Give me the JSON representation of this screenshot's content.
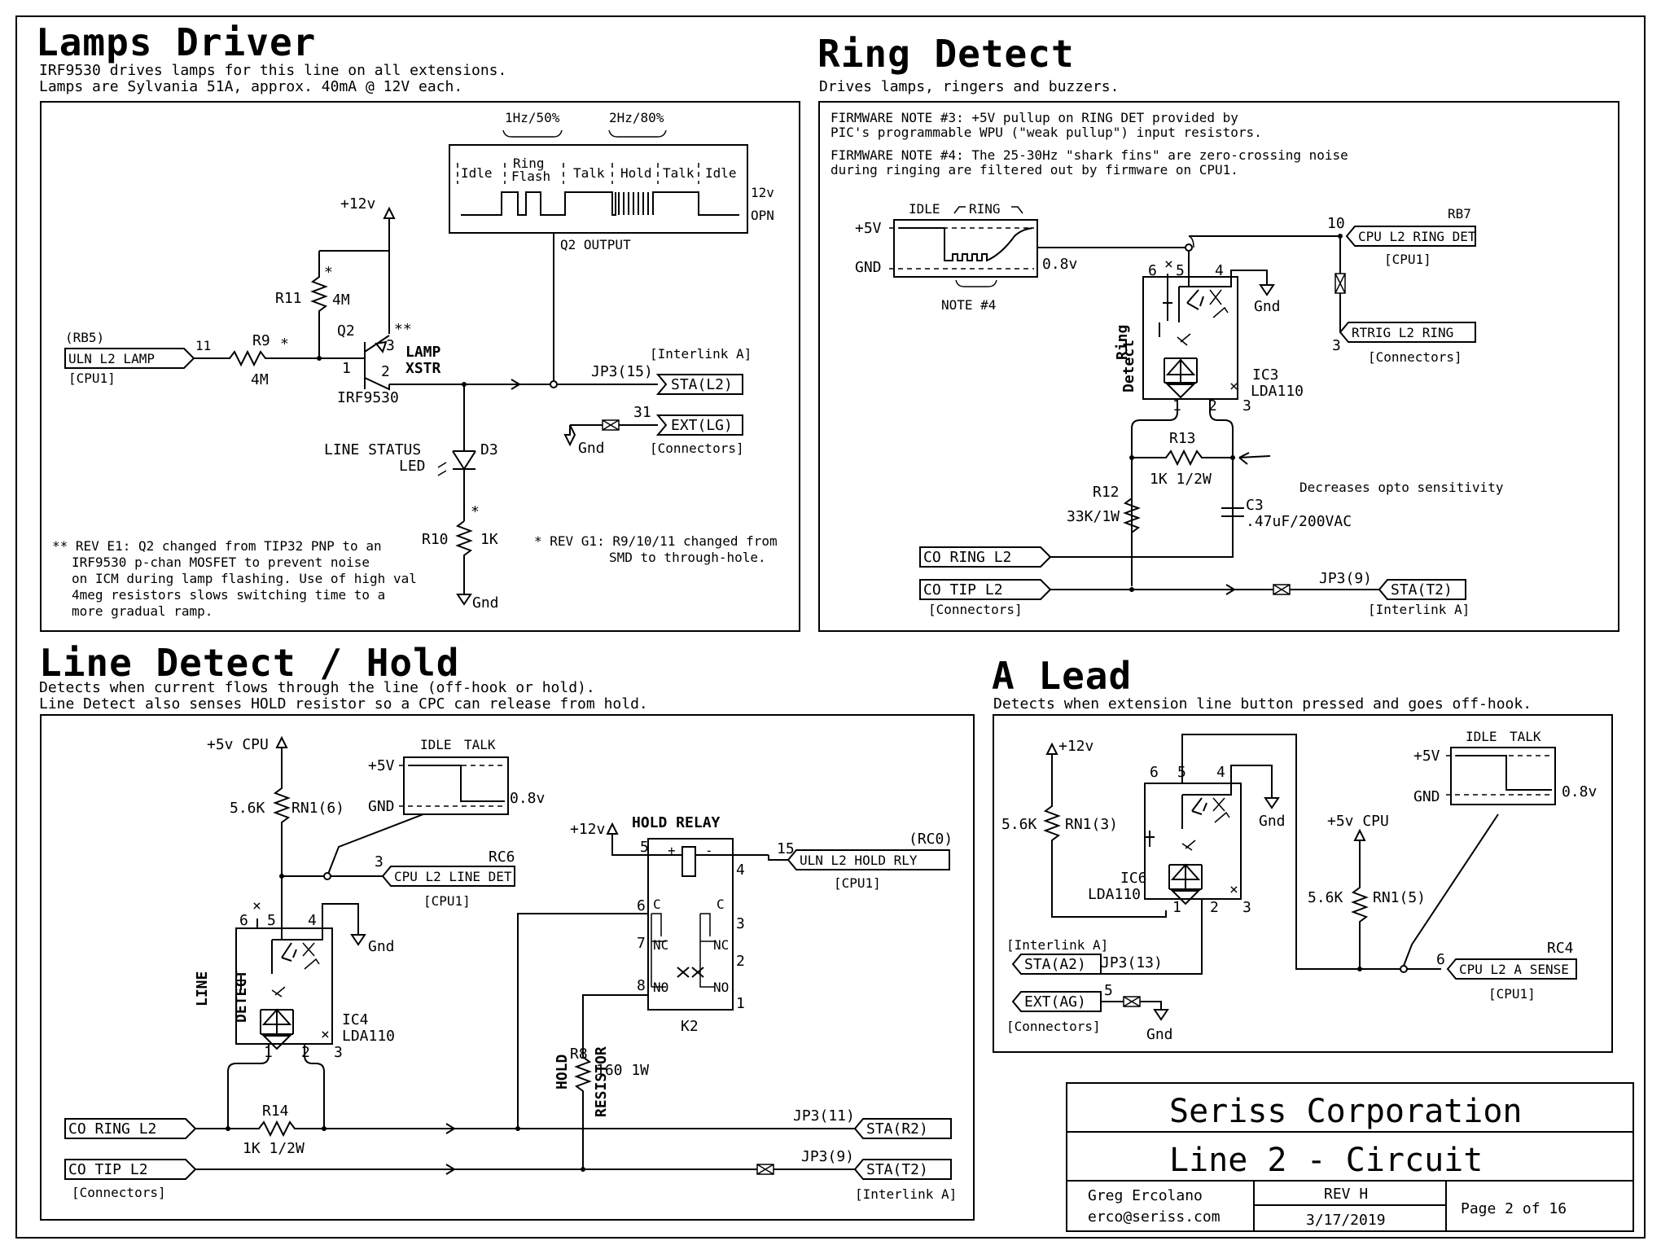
{
  "sections": {
    "lamps": {
      "title": "Lamps Driver",
      "desc1": "IRF9530 drives lamps for this line on all extensions.",
      "desc2": "Lamps are Sylvania 51A, approx. 40mA @ 12V each.",
      "timing_1hz": "1Hz/50%",
      "timing_2hz": "2Hz/80%",
      "states": [
        "Idle",
        "Ring",
        "Flash",
        "Talk",
        "Hold",
        "Talk",
        "Idle"
      ],
      "level_12v": "12v",
      "level_opn": "OPN",
      "q2_output": "Q2 OUTPUT",
      "plus12v": "+12v",
      "r11_star": "*",
      "r11": "R11",
      "r11_val": "4M",
      "q2": "Q2",
      "q2_pin3": "3",
      "q2_pin1": "1",
      "q2_pin2": "2",
      "stars2": "**",
      "lamp_xstr1": "LAMP",
      "lamp_xstr2": "XSTR",
      "irf": "IRF9530",
      "rb5": "(RB5)",
      "uln_l2_lamp": "ULN L2 LAMP",
      "cpu1": "[CPU1]",
      "pin11": "11",
      "r9": "R9",
      "r9_star": "*",
      "r9_val": "4M",
      "interlink": "[Interlink A]",
      "jp3_15": "JP3(15)",
      "sta_l2": "STA(L2)",
      "pin31": "31",
      "ext_lg": "EXT(LG)",
      "connectors": "[Connectors]",
      "gnd": "Gnd",
      "line_status": "LINE STATUS",
      "led": "LED",
      "d3": "D3",
      "r10_star": "*",
      "r10": "R10",
      "r10_val": "1K",
      "note_rev_e1_1": "** REV E1: Q2 changed from TIP32 PNP to an",
      "note_rev_e1_2": "IRF9530 p-chan MOSFET to prevent noise",
      "note_rev_e1_3": "on ICM during lamp flashing. Use of high val",
      "note_rev_e1_4": "4meg resistors slows switching time to a",
      "note_rev_e1_5": "more gradual ramp.",
      "note_rev_g1_1": "* REV G1: R9/10/11 changed from",
      "note_rev_g1_2": "SMD to through-hole."
    },
    "ring": {
      "title": "Ring Detect",
      "desc": "Drives lamps, ringers and buzzers.",
      "fw3_1": "FIRMWARE NOTE #3: +5V pullup on RING DET provided by",
      "fw3_2": "PIC's programmable WPU (\"weak pullup\") input resistors.",
      "fw4_1": "FIRMWARE NOTE #4: The 25-30Hz \"shark fins\" are zero-crossing noise",
      "fw4_2": "during ringing are filtered out by firmware on CPU1.",
      "idle": "IDLE",
      "ring": "RING",
      "plus5v": "+5V",
      "gnd_lvl": "GND",
      "v08": "0.8v",
      "note4": "NOTE #4",
      "x": "×",
      "p6": "6",
      "p5": "5",
      "p4": "4",
      "gnd": "Gnd",
      "pin10": "10",
      "rb7": "RB7",
      "cpu_l2_ring_det": "CPU L2 RING DET",
      "cpu1": "[CPU1]",
      "pin3": "3",
      "rtrig": "RTRIG L2 RING",
      "connectors": "[Connectors]",
      "ring_detect1": "Ring",
      "ring_detect2": "Detect",
      "ic3": "IC3",
      "lda110": "LDA110",
      "p1": "1",
      "p2": "2",
      "p3": "3",
      "r13": "R13",
      "r13_val": "1K 1/2W",
      "decreases": "Decreases opto sensitivity",
      "r12": "R12",
      "r12_val": "33K/1W",
      "c3": "C3",
      "c3_val": ".47uF/200VAC",
      "co_ring": "CO RING L2",
      "co_tip": "CO TIP L2",
      "connectors2": "[Connectors]",
      "jp3_9": "JP3(9)",
      "sta_t2": "STA(T2)",
      "interlink": "[Interlink A]"
    },
    "line": {
      "title": "Line Detect / Hold",
      "desc1": "Detects when current flows through the line (off-hook or hold).",
      "desc2": "Line Detect also senses HOLD resistor so a CPC can release from hold.",
      "plus5v_cpu": "+5v CPU",
      "r56k": "5.6K",
      "rn1_6": "RN1(6)",
      "idle": "IDLE",
      "talk": "TALK",
      "plus5v": "+5V",
      "gnd_lvl": "GND",
      "v08": "0.8v",
      "pin3": "3",
      "rc6": "RC6",
      "cpu_l2_line_det": "CPU L2 LINE DET",
      "cpu1": "[CPU1]",
      "x": "×",
      "p6": "6",
      "p5": "5",
      "p4": "4",
      "gnd": "Gnd",
      "line_detect1": "LINE",
      "line_detect2": "DETECT",
      "ic4": "IC4",
      "lda110": "LDA110",
      "p1": "1",
      "p2": "2",
      "p3": "3",
      "r14": "R14",
      "r14_val": "1K 1/2W",
      "co_ring": "CO RING L2",
      "co_tip": "CO TIP L2",
      "connectors": "[Connectors]",
      "plus12v": "+12v",
      "hold_relay": "HOLD RELAY",
      "rc0": "(RC0)",
      "pin15": "15",
      "uln_hold": "ULN L2 HOLD RLY",
      "cpu1b": "[CPU1]",
      "k_p5": "5",
      "k_p4": "4",
      "k_p6": "6",
      "k_p7": "7",
      "k_p8": "8",
      "k_p3": "3",
      "k_p2": "2",
      "k_p1": "1",
      "c": "C",
      "nc": "NC",
      "no": "NO",
      "plus": "+",
      "minus": "-",
      "k2": "K2",
      "hold1": "HOLD",
      "hold2": "RESISTOR",
      "r8": "R8",
      "r8_val": "160 1W",
      "jp3_11": "JP3(11)",
      "sta_r2": "STA(R2)",
      "jp3_9": "JP3(9)",
      "sta_t2": "STA(T2)",
      "interlink": "[Interlink A]"
    },
    "alead": {
      "title": "A Lead",
      "desc": "Detects when extension line button pressed and goes off-hook.",
      "plus12v": "+12v",
      "r56k": "5.6K",
      "rn1_3": "RN1(3)",
      "p6": "6",
      "p5": "5",
      "p4": "4",
      "gnd": "Gnd",
      "ic6": "IC6",
      "lda110": "LDA110",
      "p1": "1",
      "p2": "2",
      "p3": "3",
      "x": "×",
      "idle": "IDLE",
      "talk": "TALK",
      "plus5v": "+5V",
      "gnd_lvl": "GND",
      "v08": "0.8v",
      "plus5v_cpu": "+5v CPU",
      "r56k_b": "5.6K",
      "rn1_5": "RN1(5)",
      "interlink": "[Interlink A]",
      "sta_a2": "STA(A2)",
      "jp3_13": "JP3(13)",
      "ext_ag": "EXT(AG)",
      "pin5": "5",
      "connectors": "[Connectors]",
      "gnd2": "Gnd",
      "rc4": "RC4",
      "pin6": "6",
      "cpu_l2_a_sense": "CPU L2 A SENSE",
      "cpu1": "[CPU1]"
    }
  },
  "title_block": {
    "company": "Seriss Corporation",
    "doc_title": "Line 2 - Circuit",
    "author": "Greg Ercolano",
    "email": "erco@seriss.com",
    "rev": "REV H",
    "date": "3/17/2019",
    "page": "Page 2 of 16"
  }
}
